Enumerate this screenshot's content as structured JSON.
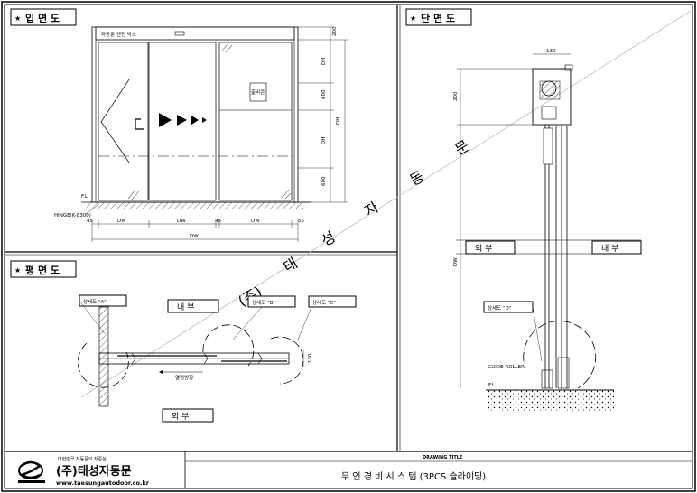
{
  "panels": {
    "elevation": {
      "title": "입 면 도"
    },
    "section": {
      "title": "단 면 도"
    },
    "plan": {
      "title": "평 면 도"
    }
  },
  "elevation": {
    "top_label": "자동문 엔진 박스",
    "sensor_label": "출비콘",
    "hinge_label": "HINGE(K-8300)",
    "fl_label": "F.L",
    "dims_bottom": [
      "45",
      "DW",
      "DW",
      "45",
      "DW",
      "55"
    ],
    "dim_total": "DW",
    "dims_right": [
      "200",
      "DH",
      "400",
      "DH",
      "600",
      "DH"
    ]
  },
  "section": {
    "dim_top": "130",
    "dim_left": [
      "200",
      "DW"
    ],
    "outer_label": "외  부",
    "inner_label": "내  부",
    "detail_d": "상세도 \"D\"",
    "guide_label": "GUIDE ROLLER",
    "fl_label": "F.L"
  },
  "plan": {
    "detail_a": "상세도 \"A\"",
    "detail_b": "상세도 \"B\"",
    "detail_c": "상세도 \"C\"",
    "inner_label": "내  부",
    "outer_label": "외  부",
    "open_label": "열림방향",
    "dim_right": "130"
  },
  "watermark": "(주) 태 성 자 동 문",
  "title_block": {
    "company_slogan": "대한민국 자동문의 자존심..",
    "company_name": "(주)태성자동문",
    "website": "www.taesungautodoor.co.kr",
    "drawing_title_label": "DRAWING TITLE",
    "drawing_title": "무 인 경 비 시 스 템 (3PCS 슬라이딩)"
  }
}
